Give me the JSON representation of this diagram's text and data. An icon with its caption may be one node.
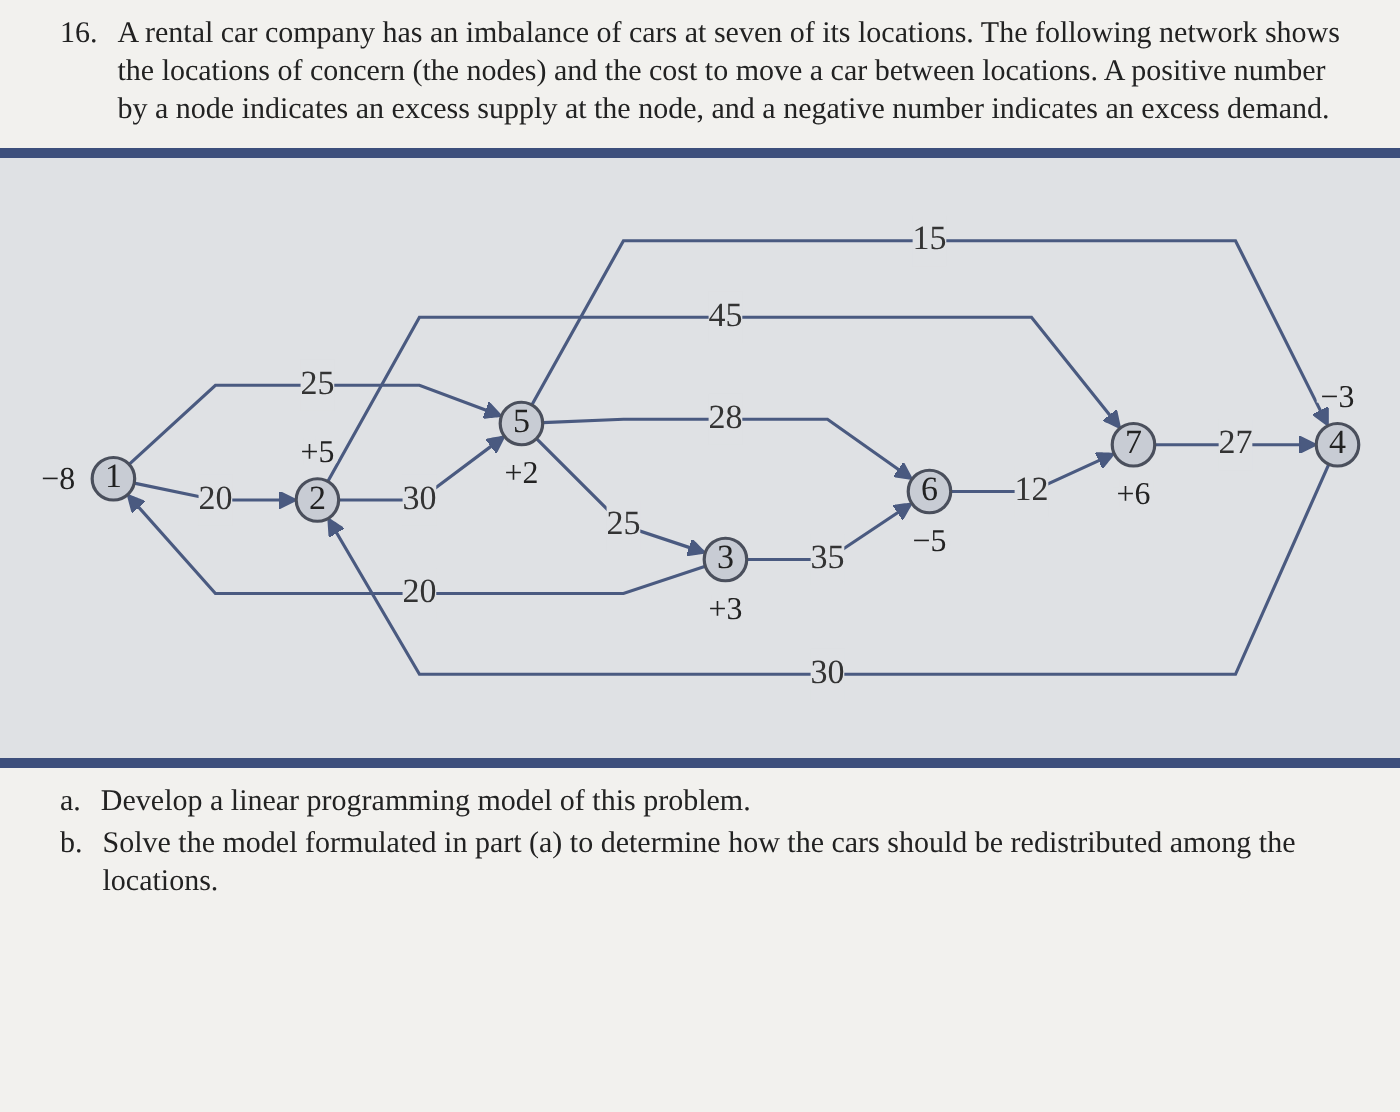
{
  "diagram": {
    "nodes": [
      {
        "text": [
          "1"
        ],
        "beside": [
          "−8"
        ]
      },
      {
        "text": [
          "2"
        ],
        "beside": [
          "+5"
        ]
      },
      {
        "text": [
          "3"
        ],
        "beside": [
          "+3"
        ]
      },
      {
        "text": [
          "4"
        ],
        "beside": [
          "−3"
        ]
      },
      {
        "text": [
          "5"
        ],
        "beside": [
          "+2"
        ]
      },
      {
        "text": [
          "6"
        ],
        "beside": [
          "−5"
        ]
      },
      {
        "text": [
          "7"
        ],
        "beside": [
          "+6"
        ]
      }
    ],
    "edges": [
      {
        "from": 0,
        "to": 1,
        "arrow": "to",
        "label": "20"
      },
      {
        "from": 0,
        "to": 4,
        "arrow": "to",
        "label": "25"
      },
      {
        "from": 2,
        "to": 0,
        "arrow": "to",
        "label": "20"
      },
      {
        "from": 1,
        "to": 4,
        "arrow": "to",
        "label": "30"
      },
      {
        "from": 3,
        "to": 1,
        "arrow": "to",
        "label": "30"
      },
      {
        "from": 1,
        "to": 6,
        "arrow": "to",
        "label": "45"
      },
      {
        "from": 4,
        "to": 3,
        "arrow": "to",
        "label": "15"
      },
      {
        "from": 4,
        "to": 2,
        "arrow": "to",
        "label": "25"
      },
      {
        "from": 4,
        "to": 5,
        "arrow": "to",
        "label": "28"
      },
      {
        "from": 2,
        "to": 5,
        "arrow": "to",
        "label": "35"
      },
      {
        "from": 6,
        "to": 3,
        "arrow": "to",
        "label": "27"
      },
      {
        "from": 5,
        "to": 6,
        "arrow": "to",
        "label": "12"
      }
    ],
    "labels": [
      "16.",
      "A rental car company has an imbalance of cars at seven of its locations. The following network shows the locations of concern (the nodes) and the cost to move a car between locations. A positive number by a node indicates an excess supply at the node, and a negative number indicates an excess demand.",
      "a.",
      "Develop a linear programming model of this problem.",
      "b.",
      "Solve the model formulated in part (a) to determine how the cars should be redistributed among the locations."
    ]
  }
}
